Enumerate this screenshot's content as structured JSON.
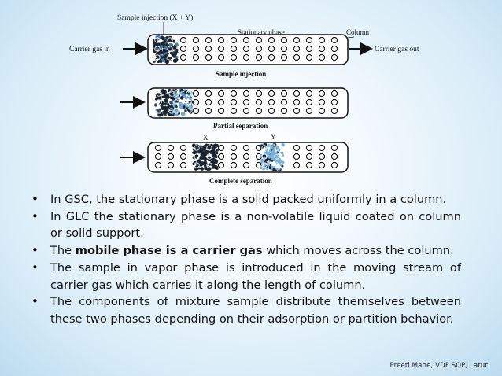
{
  "diagram": {
    "labels": {
      "sample_injection_top": "Sample injection (X + Y)",
      "stationary_phase": "Stationary phase",
      "column": "Column",
      "carrier_gas_in": "Carrier gas in",
      "carrier_gas_out": "Carrier gas out",
      "caption_1": "Sample injection",
      "caption_2": "Partial separation",
      "caption_3": "Complete separation",
      "component_x": "X",
      "component_y": "Y"
    }
  },
  "bullets": [
    {
      "pre": "In GSC, the stationary phase is a solid packed uniformly in a column.",
      "strong": "",
      "post": ""
    },
    {
      "pre": "In GLC the stationary phase is a non-volatile liquid coated on column or solid support.",
      "strong": "",
      "post": ""
    },
    {
      "pre": "The ",
      "strong": "mobile phase is a carrier gas",
      "post": " which moves across the column."
    },
    {
      "pre": "The sample in vapor phase is introduced in the moving stream of carrier gas which carries it along the length of column.",
      "strong": "",
      "post": ""
    },
    {
      "pre": "The components of mixture sample distribute themselves between these two phases depending on their adsorption or partition behavior.",
      "strong": "",
      "post": ""
    }
  ],
  "credit": "Preeti Mane, VDF SOP, Latur"
}
